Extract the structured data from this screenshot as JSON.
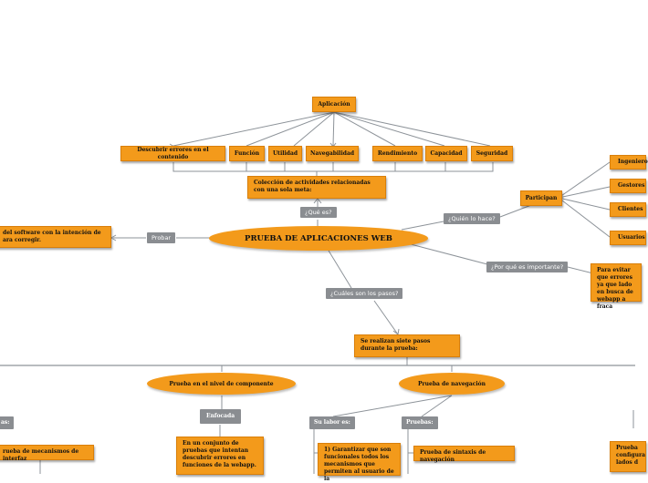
{
  "central": "PRUEBA DE APLICACIONES WEB",
  "aplicacion": {
    "label": "Aplicación",
    "items": [
      "Descubrir errores en el contenido",
      "Función",
      "Utilidad",
      "Navegabilidad",
      "Rendimiento",
      "Capacidad",
      "Seguridad"
    ]
  },
  "que_es": {
    "label": "¿Qué es?",
    "text": "Colección de actividades relacionadas con una sola meta:"
  },
  "probar": {
    "label": "Probar",
    "text": "del software con la intención de ara corregir."
  },
  "quien": {
    "label": "¿Quién lo hace?",
    "participan": "Participan",
    "roles": [
      "Ingeniero",
      "Gestores",
      "Clientes",
      "Usuarios"
    ]
  },
  "importante": {
    "label": "¿Por qué es importante?",
    "text": "Para evitar que errores ya que lado en busca de webapp a fraca"
  },
  "pasos": {
    "label": "¿Cuáles son los pasos?",
    "text": "Se realizan siete pasos durante la prueba:"
  },
  "componente": {
    "label": "Prueba en el nivel de componente",
    "enfocada": "Enfocada",
    "enfocada_text": "En un conjunto de pruebas que intentan descubrir errores en funciones de la webapp."
  },
  "navegacion": {
    "label": "Prueba de navegación",
    "su_labor": "Su labor es:",
    "su_labor_text": "1) Garantizar que son funcionales todos los mecanismos que permiten al usuario de la",
    "pruebas": "Pruebas:",
    "sintaxis": "Prueba de sintaxis de navegación"
  },
  "left_partial": {
    "tag": "as:",
    "box": "rueba de mecanismos de interfaz"
  },
  "right_partial": {
    "text": "Prueba configura lados d"
  }
}
